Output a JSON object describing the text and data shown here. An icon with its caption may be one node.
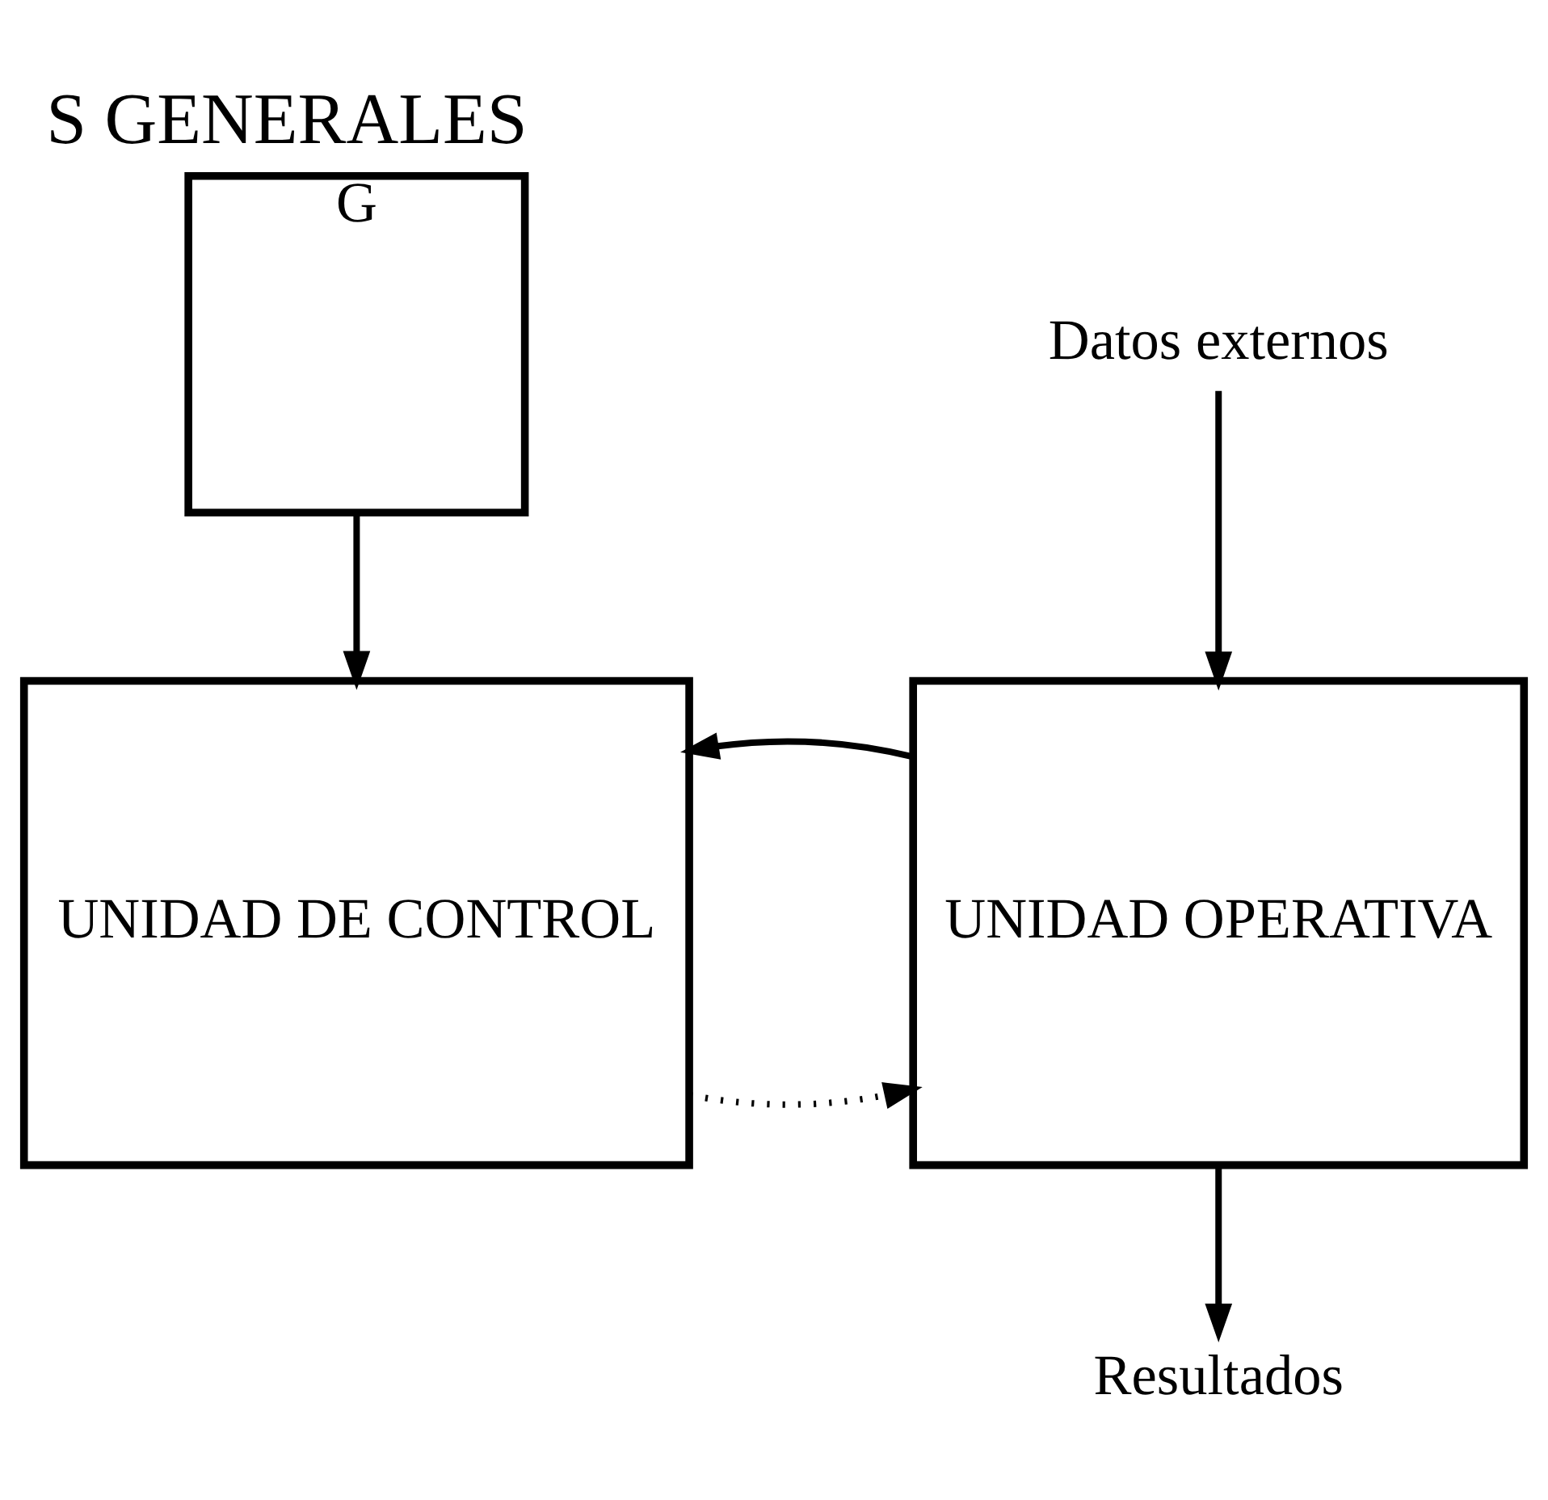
{
  "diagram": {
    "title": "S GENERALES",
    "nodes": [
      {
        "text": [
          "UNIDAD DE CONTROL"
        ]
      },
      {
        "text": [
          "UNIDAD OPERATIVA"
        ]
      },
      {
        "text": [
          "G"
        ]
      },
      {
        "text": [
          "Datos externos"
        ]
      },
      {
        "text": [
          "Resultados"
        ]
      }
    ],
    "edges": [
      {
        "from": 0,
        "to": 1,
        "arrow": "to",
        "style": "dashed"
      },
      {
        "from": 1,
        "to": 0,
        "arrow": "to"
      },
      {
        "from": 2,
        "to": 0,
        "arrow": "to"
      },
      {
        "from": 3,
        "to": 1,
        "arrow": "to"
      },
      {
        "from": 1,
        "to": 4,
        "arrow": "to"
      }
    ]
  }
}
